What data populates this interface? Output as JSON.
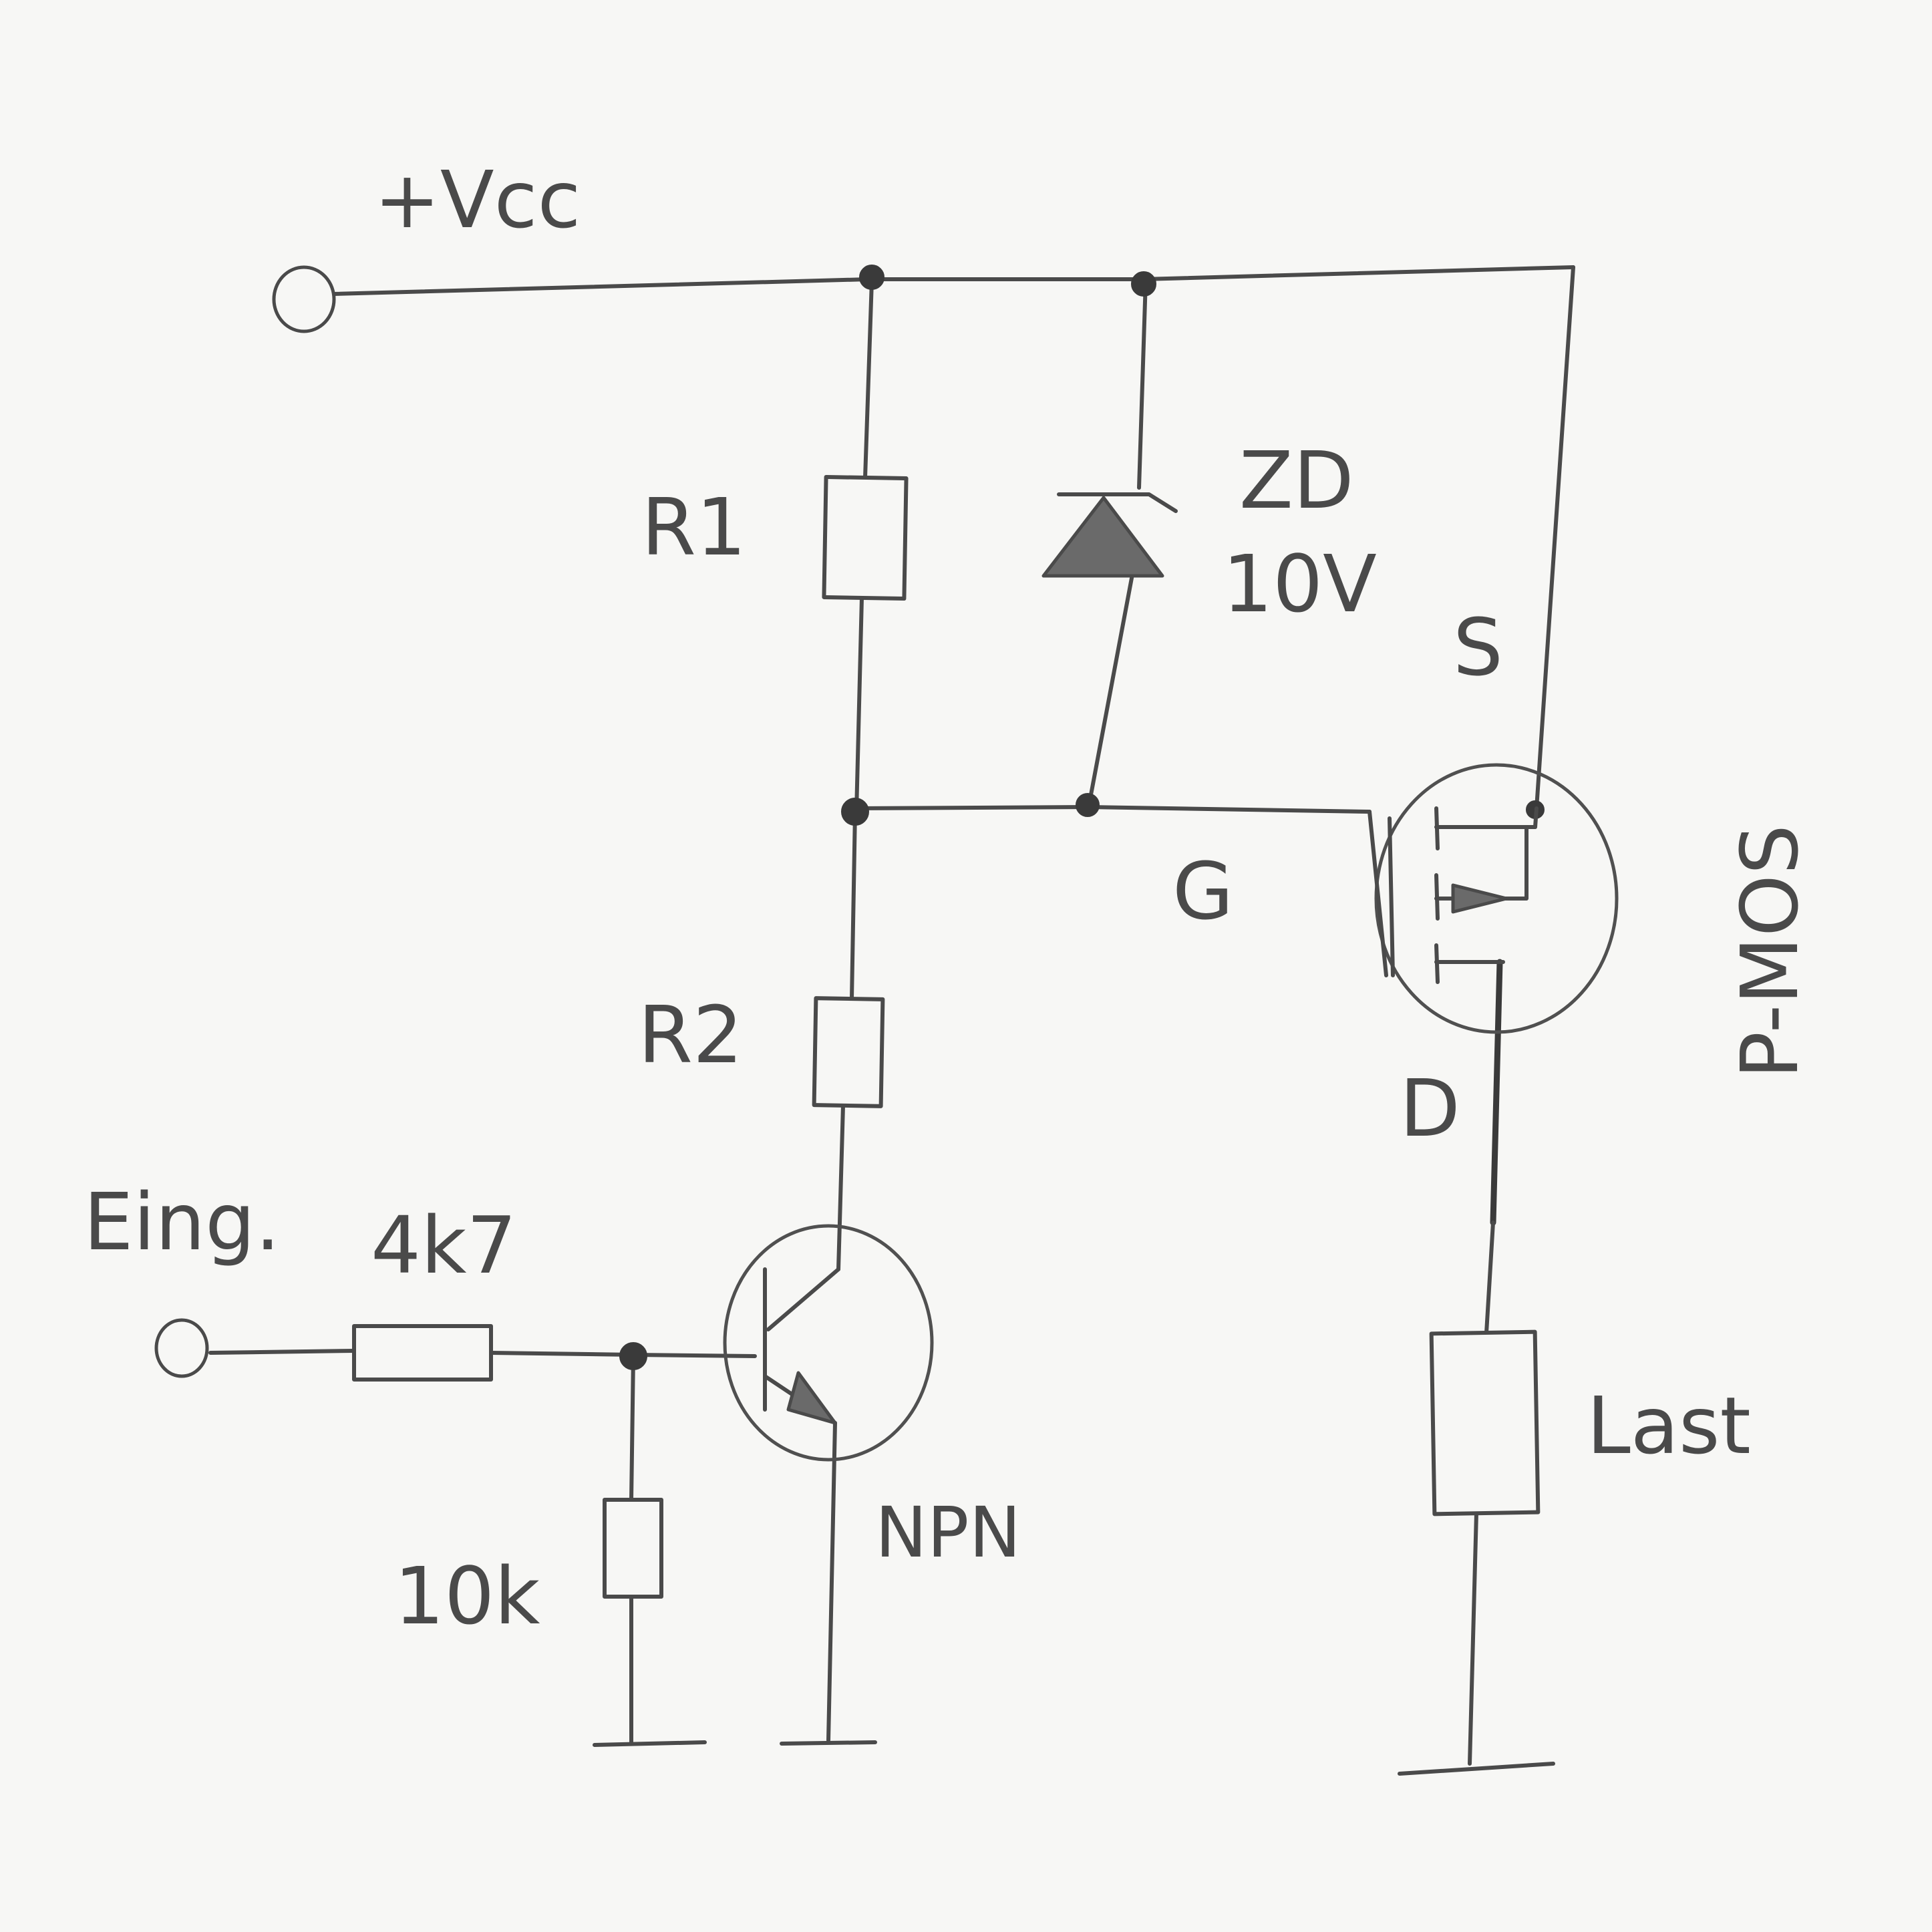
{
  "labels": {
    "vcc": "+Vcc",
    "r1": "R1",
    "zd": "ZD",
    "zd_value": "10V",
    "s": "S",
    "g": "G",
    "d": "D",
    "pmos": "P-MOS",
    "r2": "R2",
    "input": "Eing.",
    "r_input": "4k7",
    "r_pulldown": "10k",
    "npn": "NPN",
    "load": "Last"
  }
}
